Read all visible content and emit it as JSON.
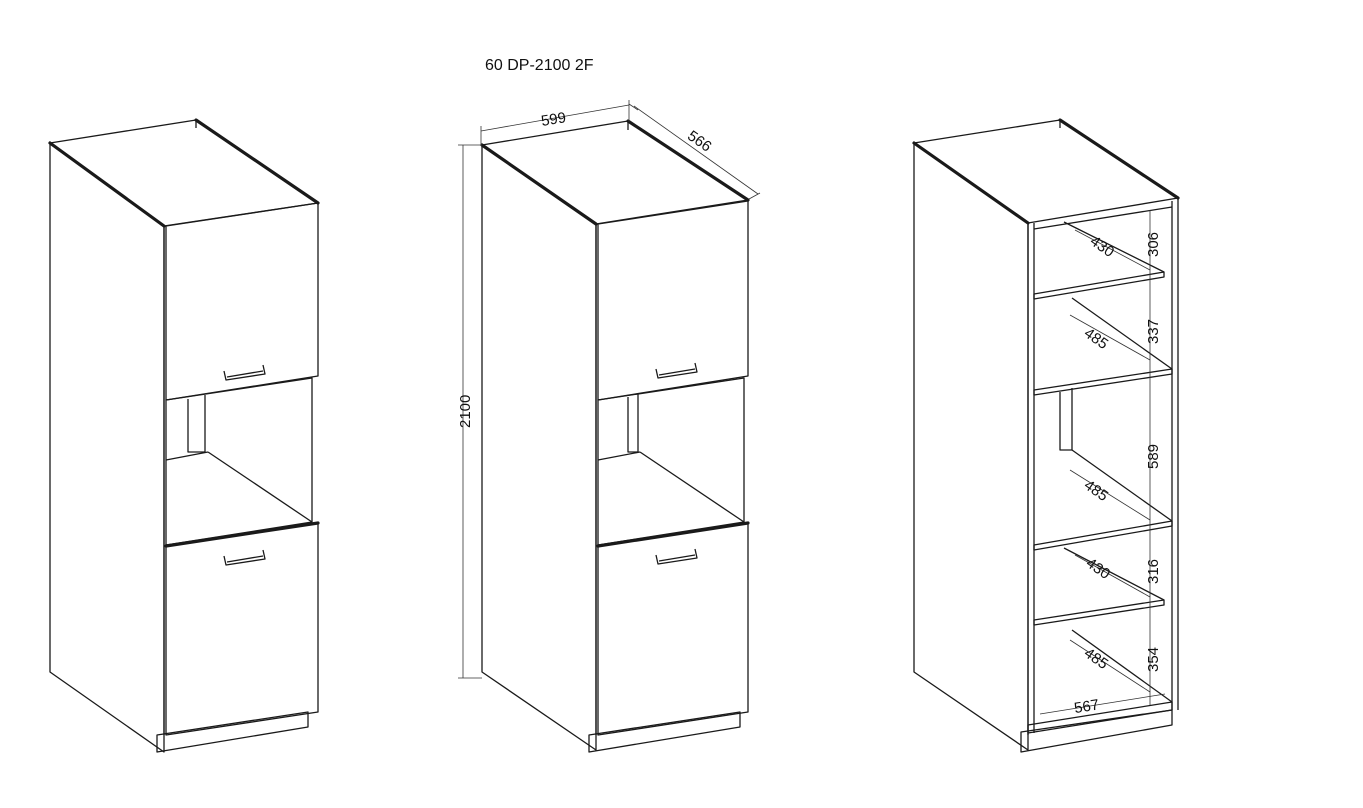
{
  "model_title": "60 DP-2100 2F",
  "dimensions": {
    "width": "599",
    "depth": "566",
    "height": "2100"
  },
  "inner": {
    "shelf_depths": [
      "430",
      "485",
      "485",
      "430",
      "485"
    ],
    "compartment_heights": [
      "306",
      "337",
      "589",
      "316",
      "354"
    ],
    "inner_width": "567"
  }
}
